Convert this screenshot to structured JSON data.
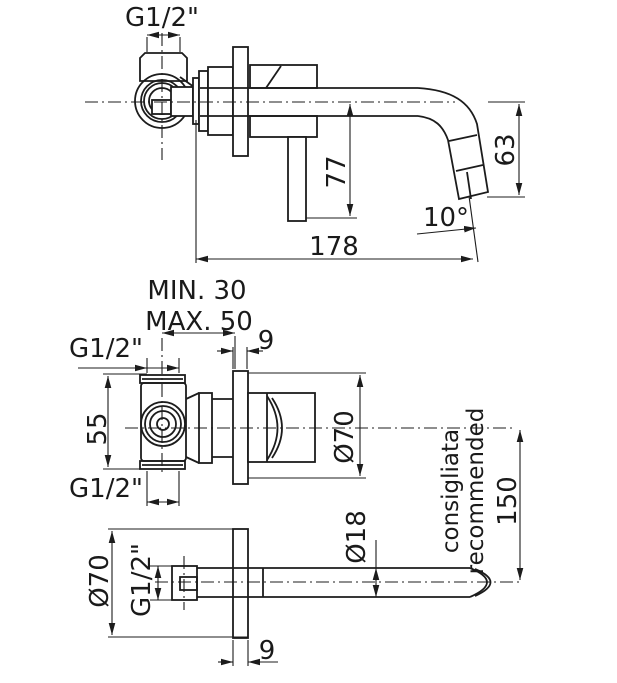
{
  "drawing": {
    "colors": {
      "line": "#1c1c1c",
      "background": "#ffffff",
      "text": "#1a1a1a"
    },
    "views": {
      "top": {
        "thread_label": "G1/2\"",
        "handle_drop": "77",
        "spout_drop": "63",
        "spout_angle": "10°",
        "spout_reach": "178"
      },
      "middle": {
        "wall_min": "MIN. 30",
        "wall_max": "MAX. 50",
        "plate_offset": "9",
        "thread_top_label": "G1/2\"",
        "body_height": "55",
        "thread_bottom_label": "G1/2\"",
        "plate_diameter": "Ø70",
        "note_line1": "consigliata",
        "note_line2": "recommended",
        "spacing": "150",
        "spout_diameter": "Ø18"
      },
      "bottom": {
        "plate_diameter": "Ø70",
        "thread_label": "G1/2\"",
        "plate_offset": "9"
      }
    }
  }
}
